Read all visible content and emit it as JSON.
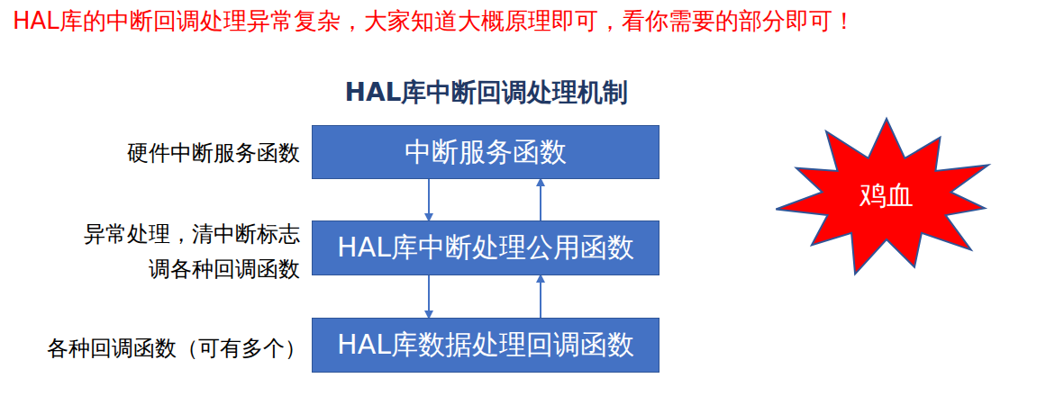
{
  "diagram": {
    "title": "HAL库中断回调处理机制",
    "nodes": [
      {
        "text": [
          "中断服务函数"
        ]
      },
      {
        "text": [
          "HAL库中断处理公用函数"
        ]
      },
      {
        "text": [
          "HAL库数据处理回调函数"
        ]
      },
      {
        "text": [
          "鸡血"
        ]
      }
    ],
    "edges": [
      {
        "from": 0,
        "to": 1,
        "arrow": "to"
      },
      {
        "from": 1,
        "to": 0,
        "arrow": "to"
      },
      {
        "from": 1,
        "to": 2,
        "arrow": "to"
      },
      {
        "from": 2,
        "to": 1,
        "arrow": "to"
      }
    ],
    "labels": [
      "HAL库的中断回调处理异常复杂，大家知道大概原理即可，看你需要的部分即可！",
      "硬件中断服务函数",
      "异常处理，清中断标志",
      "调各种回调函数",
      "各种回调函数（可有多个）"
    ]
  }
}
